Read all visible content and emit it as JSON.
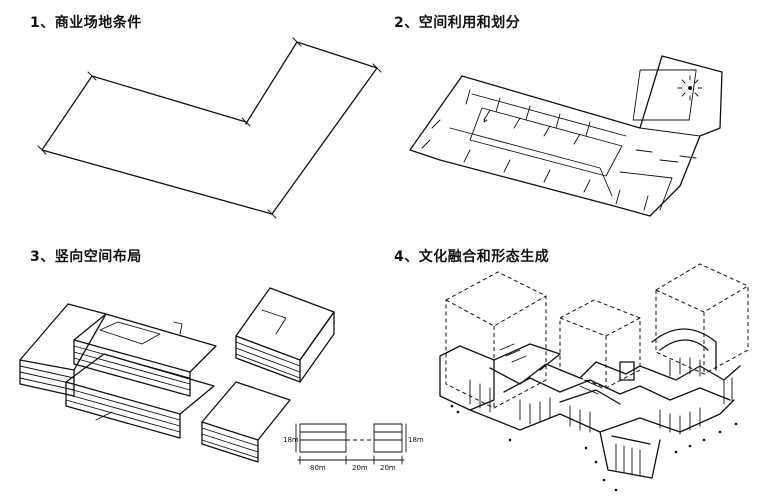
{
  "panels": [
    {
      "title": "1、商业场地条件"
    },
    {
      "title": "2、空间利用和划分"
    },
    {
      "title": "3、竖向空间布局"
    },
    {
      "title": "4、文化融合和形态生成"
    }
  ],
  "section_dimensions": {
    "widths": [
      "80m",
      "20m",
      "20m"
    ],
    "heights": [
      "18m",
      "18m"
    ]
  }
}
